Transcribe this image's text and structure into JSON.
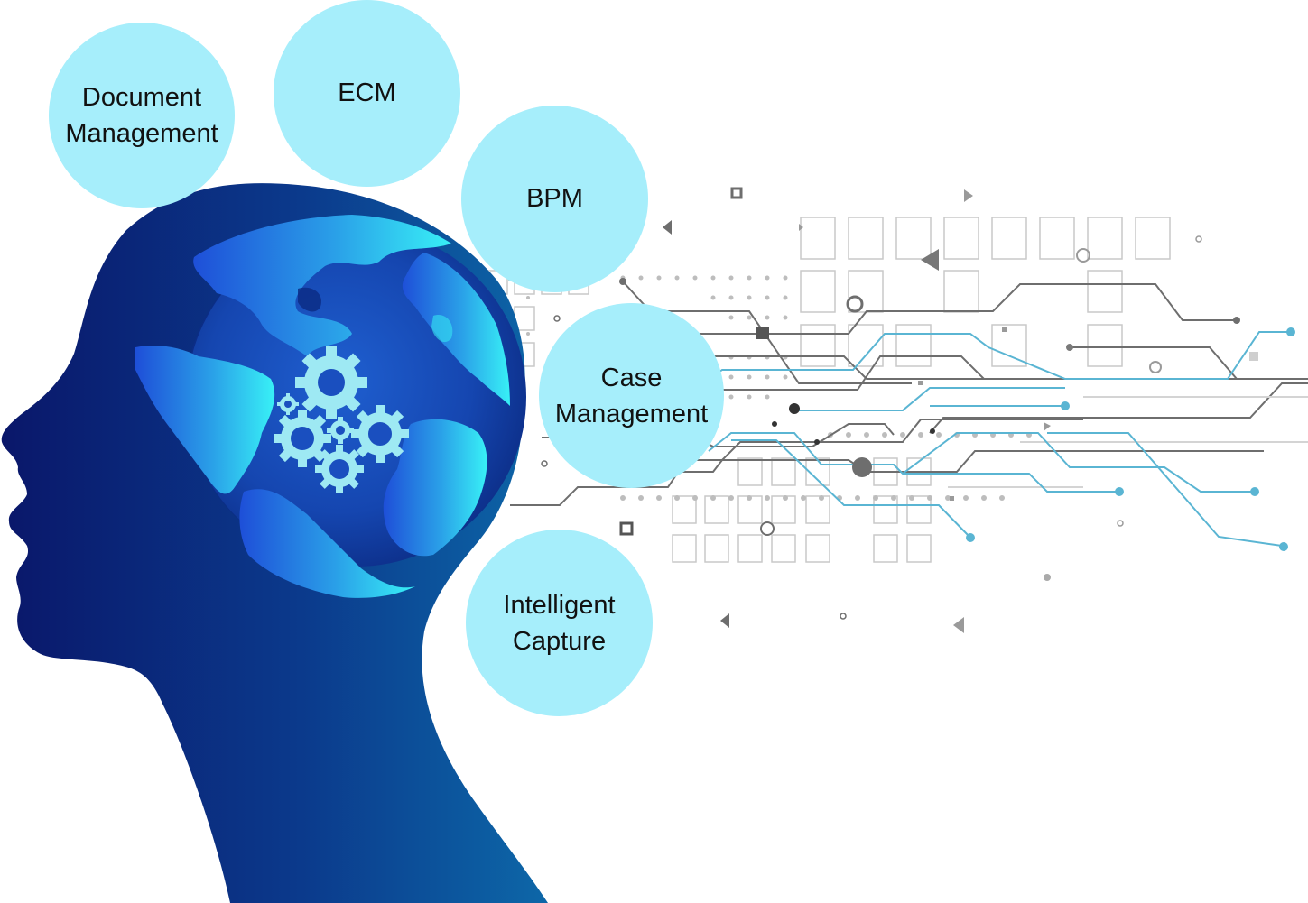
{
  "concepts": {
    "document_management": {
      "line1": "Document",
      "line2": "Management"
    },
    "ecm": {
      "label": "ECM"
    },
    "bpm": {
      "label": "BPM"
    },
    "case_management": {
      "line1": "Case",
      "line2": "Management"
    },
    "intelligent_capture": {
      "line1": "Intelligent",
      "line2": "Capture"
    }
  },
  "colors": {
    "bubble_fill": "#a6eefb",
    "head_dark": "#0b1f6e",
    "head_light": "#0d5fa3",
    "globe_cyan": "#35e6f2",
    "gear_fill": "#9ee9f3",
    "circuit_gray": "#6f6f6f",
    "circuit_blue": "#5bb8d6"
  },
  "icons": [
    "human-head-silhouette",
    "globe-icon",
    "gears-icon",
    "circuit-board-lines"
  ]
}
